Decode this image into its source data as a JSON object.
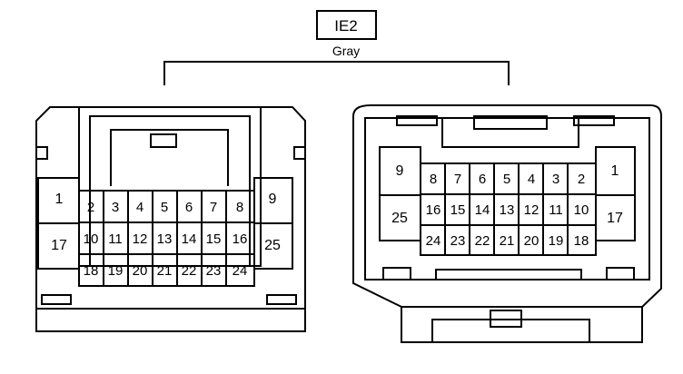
{
  "connector": {
    "code": "IE2",
    "color": "Gray"
  },
  "left_connector": {
    "side_pins": [
      "1",
      "17",
      "9",
      "25"
    ],
    "row_top": [
      "2",
      "3",
      "4",
      "5",
      "6",
      "7",
      "8"
    ],
    "row_mid": [
      "10",
      "11",
      "12",
      "13",
      "14",
      "15",
      "16"
    ],
    "row_bot": [
      "18",
      "19",
      "20",
      "21",
      "22",
      "23",
      "24"
    ]
  },
  "right_connector": {
    "side_pins": [
      "9",
      "25",
      "1",
      "17"
    ],
    "row_top": [
      "8",
      "7",
      "6",
      "5",
      "4",
      "3",
      "2"
    ],
    "row_mid": [
      "16",
      "15",
      "14",
      "13",
      "12",
      "11",
      "10"
    ],
    "row_bot": [
      "24",
      "23",
      "22",
      "21",
      "20",
      "19",
      "18"
    ]
  }
}
